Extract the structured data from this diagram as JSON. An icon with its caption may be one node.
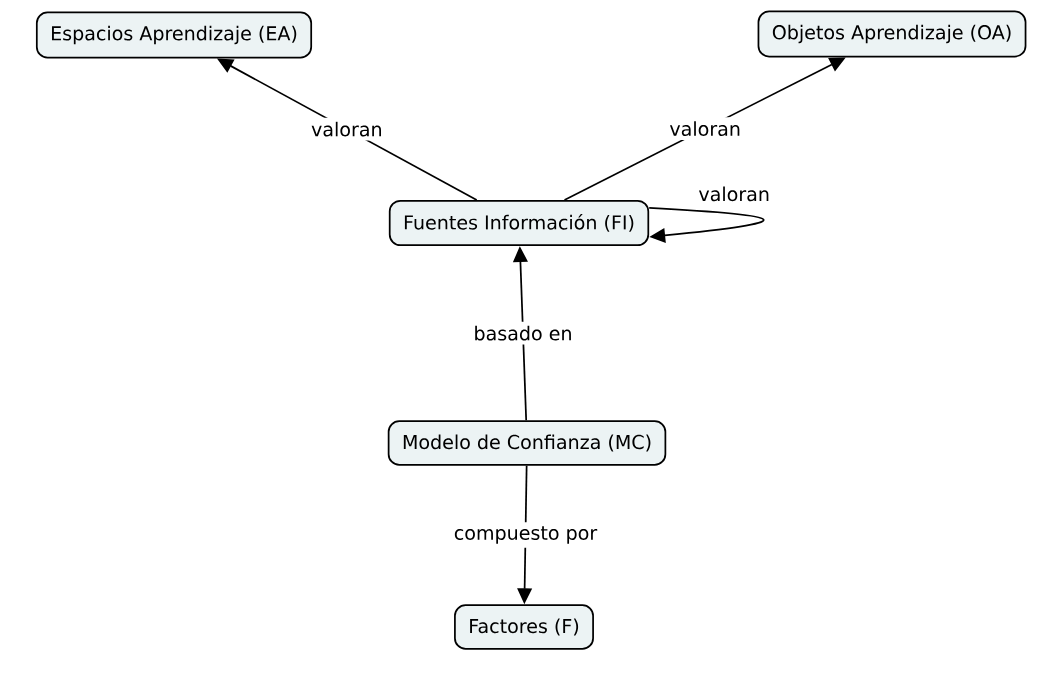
{
  "diagram": {
    "nodes": [
      {
        "text": [
          "Espacios Aprendizaje (EA)"
        ]
      },
      {
        "text": [
          "Objetos Aprendizaje (OA)"
        ]
      },
      {
        "text": [
          "Fuentes Información (FI)"
        ]
      },
      {
        "text": [
          "Modelo de Confianza (MC)"
        ]
      },
      {
        "text": [
          "Factores (F)"
        ]
      }
    ],
    "edges": [
      {
        "from": 2,
        "to": 0,
        "arrow": "to",
        "label": "valoran"
      },
      {
        "from": 2,
        "to": 1,
        "arrow": "to",
        "label": "valoran"
      },
      {
        "from": 2,
        "to": 2,
        "arrow": "to",
        "label": "valoran"
      },
      {
        "from": 3,
        "to": 2,
        "arrow": "to",
        "label": "basado en"
      },
      {
        "from": 3,
        "to": 4,
        "arrow": "to",
        "label": "compuesto por"
      }
    ]
  }
}
